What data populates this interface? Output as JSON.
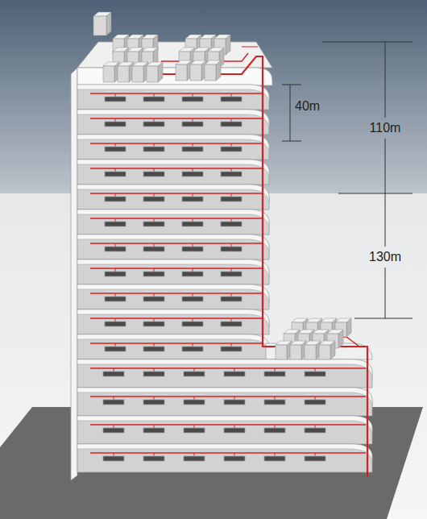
{
  "diagram": {
    "labels": [
      "40m",
      "110m",
      "130m"
    ]
  }
}
